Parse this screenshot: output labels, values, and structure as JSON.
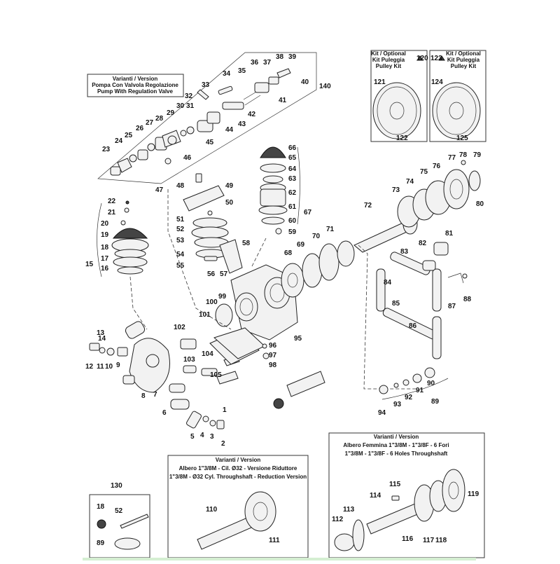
{
  "captions": {
    "pump_regulation": [
      "Varianti / Version",
      "Pompa Con Valvola Regolazione",
      "Pump With Regulation Valve"
    ],
    "kit120": [
      "Kit / Optional",
      "Kit Puleggia",
      "Pulley Kit"
    ],
    "kit123": [
      "Kit / Optional",
      "Kit Puleggia",
      "Pulley Kit"
    ],
    "reduction": [
      "Varianti / Version",
      "Albero 1\"3/8M - Cil. Ø32 - Versione Riduttore",
      "1\"3/8M - Ø32 Cyl. Throughshaft - Reduction Version"
    ],
    "female": [
      "Varianti / Version",
      "Albero Femmina 1\"3/8M - 1\"3/8F - 6 Fori",
      "1\"3/8M - 1\"3/8F - 6 Holes Throughshaft"
    ]
  },
  "labels": [
    "1",
    "2",
    "3",
    "4",
    "5",
    "6",
    "7",
    "8",
    "9",
    "10",
    "11",
    "12",
    "13",
    "14",
    "15",
    "16",
    "17",
    "18",
    "19",
    "20",
    "21",
    "22",
    "23",
    "24",
    "25",
    "26",
    "27",
    "28",
    "29",
    "30",
    "31",
    "32",
    "33",
    "34",
    "35",
    "36",
    "37",
    "38",
    "39",
    "40",
    "41",
    "42",
    "43",
    "44",
    "45",
    "46",
    "47",
    "48",
    "49",
    "50",
    "51",
    "52",
    "53",
    "54",
    "55",
    "56",
    "57",
    "58",
    "59",
    "60",
    "61",
    "62",
    "63",
    "64",
    "65",
    "66",
    "67",
    "68",
    "69",
    "70",
    "71",
    "72",
    "73",
    "74",
    "75",
    "76",
    "77",
    "78",
    "79",
    "80",
    "81",
    "82",
    "83",
    "84",
    "85",
    "86",
    "87",
    "88",
    "89",
    "90",
    "91",
    "92",
    "93",
    "94",
    "95",
    "96",
    "97",
    "98",
    "99",
    "100",
    "101",
    "102",
    "103",
    "104",
    "105",
    "110",
    "111",
    "112",
    "113",
    "114",
    "115",
    "116",
    "117",
    "118",
    "119",
    "120",
    "121",
    "122",
    "123",
    "124",
    "125",
    "130",
    "140",
    "18",
    "52",
    "89"
  ]
}
